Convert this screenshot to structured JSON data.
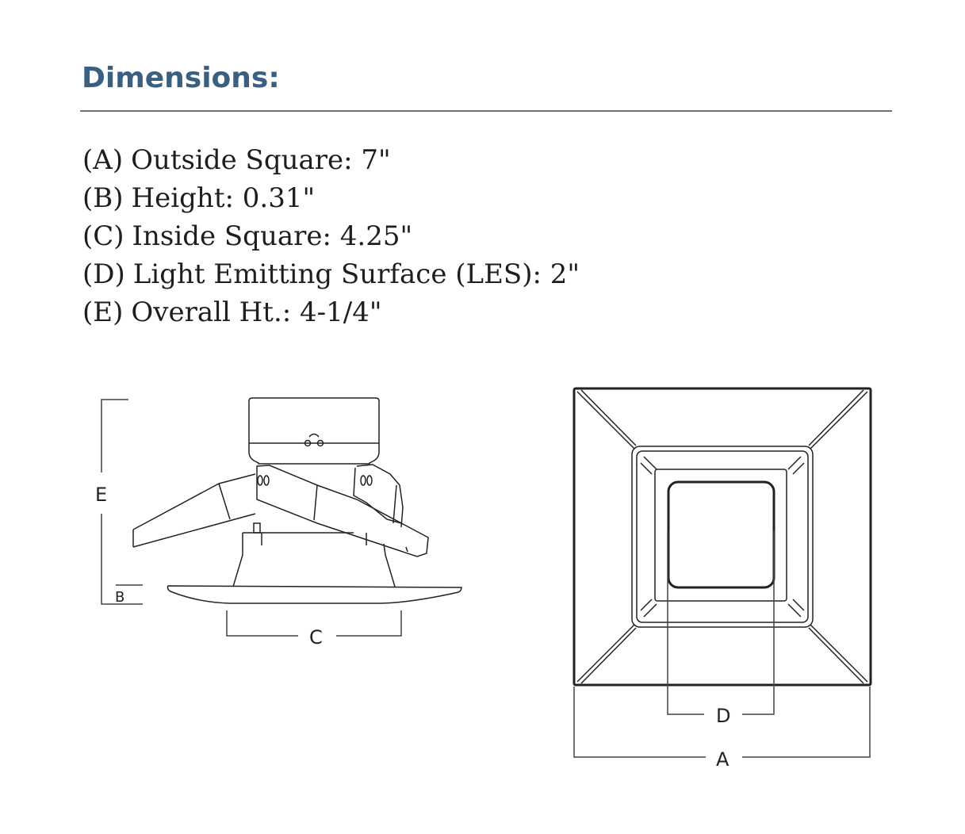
{
  "header": {
    "title": "Dimensions:",
    "title_color": "#3b5f80"
  },
  "specs": [
    {
      "key": "(A)",
      "label": "Outside Square: 7\""
    },
    {
      "key": "(B)",
      "label": "Height: 0.31\""
    },
    {
      "key": "(C)",
      "label": "Inside Square: 4.25\""
    },
    {
      "key": "(D)",
      "label": "Light Emitting Surface (LES): 2\""
    },
    {
      "key": "(E)",
      "label": "Overall Ht.: 4-1/4\""
    }
  ],
  "side_view": {
    "labels": {
      "e": "E",
      "b": "B",
      "c": "C"
    }
  },
  "top_view": {
    "labels": {
      "d": "D",
      "a": "A"
    }
  }
}
